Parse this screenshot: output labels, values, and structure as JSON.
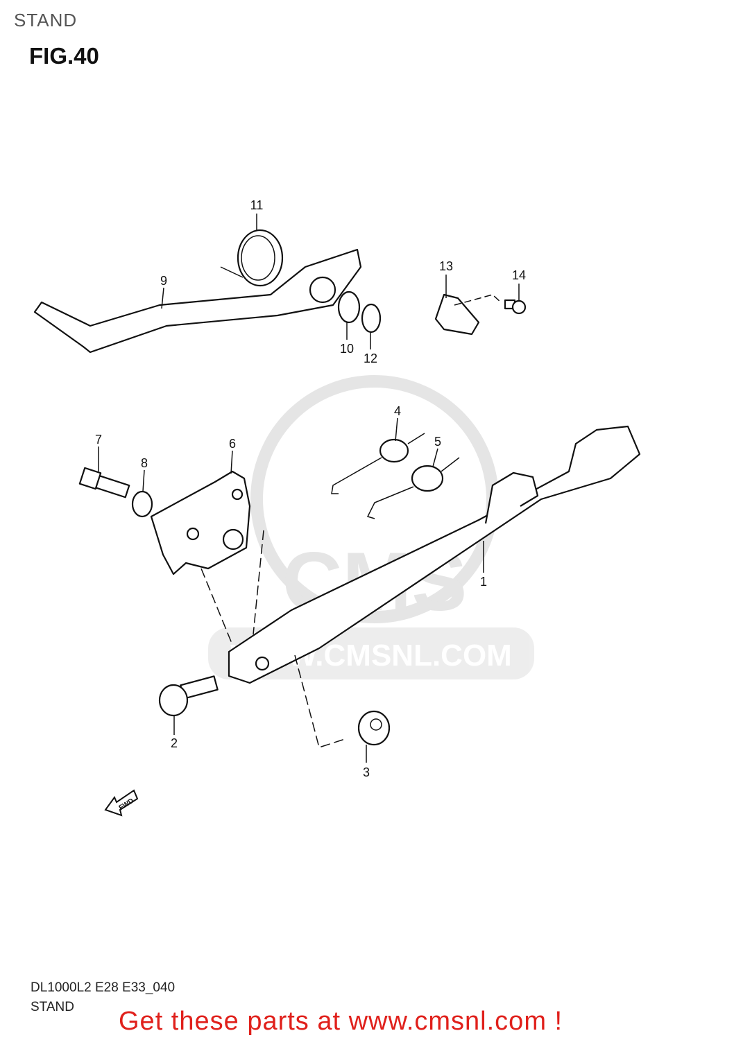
{
  "header": {
    "section": "STAND",
    "figure": "FIG.40"
  },
  "callouts": [
    "1",
    "2",
    "3",
    "4",
    "5",
    "6",
    "7",
    "8",
    "9",
    "10",
    "11",
    "12",
    "13",
    "14"
  ],
  "watermark": "WWW.CMSNL.COM",
  "fwd_label": "FWD",
  "footer": {
    "model_code": "DL1000L2 E28 E33_040",
    "section": "STAND",
    "promo": "Get these parts at www.cmsnl.com !"
  },
  "colors": {
    "promo": "#e0201b",
    "watermark": "#d8d8d8"
  }
}
